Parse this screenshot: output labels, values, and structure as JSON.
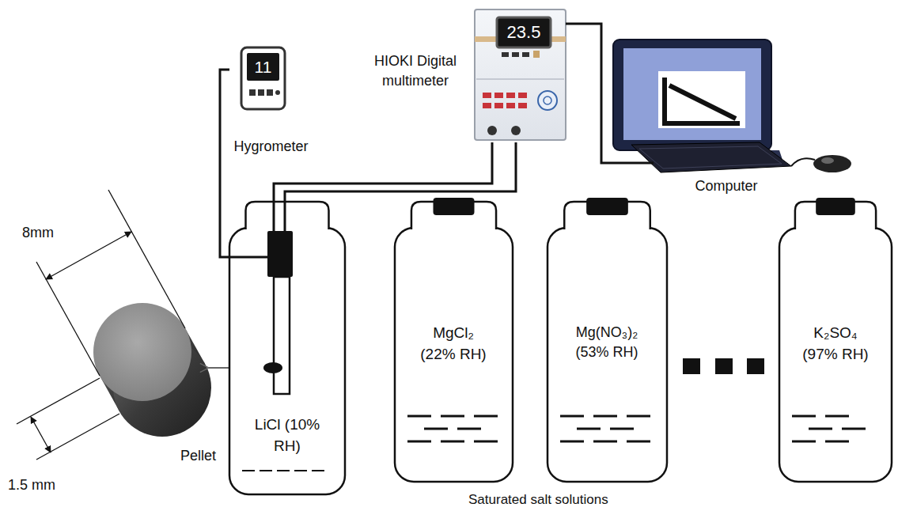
{
  "diagram": {
    "nodes": [
      {
        "text": [
          "11",
          "Hygrometer"
        ]
      },
      {
        "text": [
          "HIOKI Digital multimeter",
          "23.5"
        ]
      },
      {
        "text": [
          "Computer"
        ]
      },
      {
        "text": [
          "LiCl (10% RH)"
        ]
      },
      {
        "text": [
          "MgCl₂ (22% RH)"
        ]
      },
      {
        "text": [
          "Mg(NO₃)₂ (53% RH)"
        ]
      },
      {
        "text": [
          "K₂SO₄ (97% RH)"
        ]
      }
    ],
    "edges": [
      {
        "from": 0,
        "to": 3,
        "arrow": "none"
      },
      {
        "from": 1,
        "to": 3,
        "arrow": "none"
      },
      {
        "from": 1,
        "to": 2,
        "arrow": "none"
      }
    ],
    "labels": [
      "8mm",
      "1.5 mm",
      "Pellet",
      "Saturated salt solutions"
    ]
  }
}
